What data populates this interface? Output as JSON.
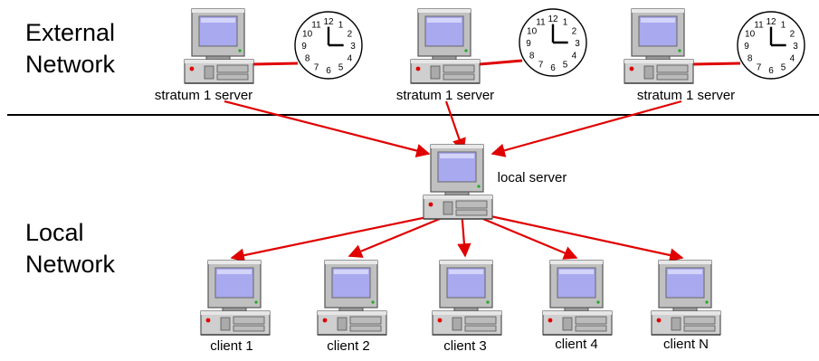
{
  "regions": {
    "external": "External\nNetwork",
    "local": "Local\nNetwork"
  },
  "servers": [
    {
      "id": "stratum-1",
      "label": "stratum 1 server"
    },
    {
      "id": "stratum-2",
      "label": "stratum 1 server"
    },
    {
      "id": "stratum-3",
      "label": "stratum 1 server"
    }
  ],
  "local_server": {
    "label": "local server"
  },
  "clients": [
    {
      "id": "client-1",
      "label": "client 1"
    },
    {
      "id": "client-2",
      "label": "client 2"
    },
    {
      "id": "client-3",
      "label": "client 3"
    },
    {
      "id": "client-4",
      "label": "client 4"
    },
    {
      "id": "client-n",
      "label": "client N"
    }
  ],
  "clock_numbers": [
    "12",
    "1",
    "2",
    "3",
    "4",
    "5",
    "6",
    "7",
    "8",
    "9",
    "10",
    "11"
  ],
  "colors": {
    "link": "#e00000",
    "monitor_body": "#c0c0c0",
    "screen": "#a9a9f0",
    "divider": "#000000"
  }
}
